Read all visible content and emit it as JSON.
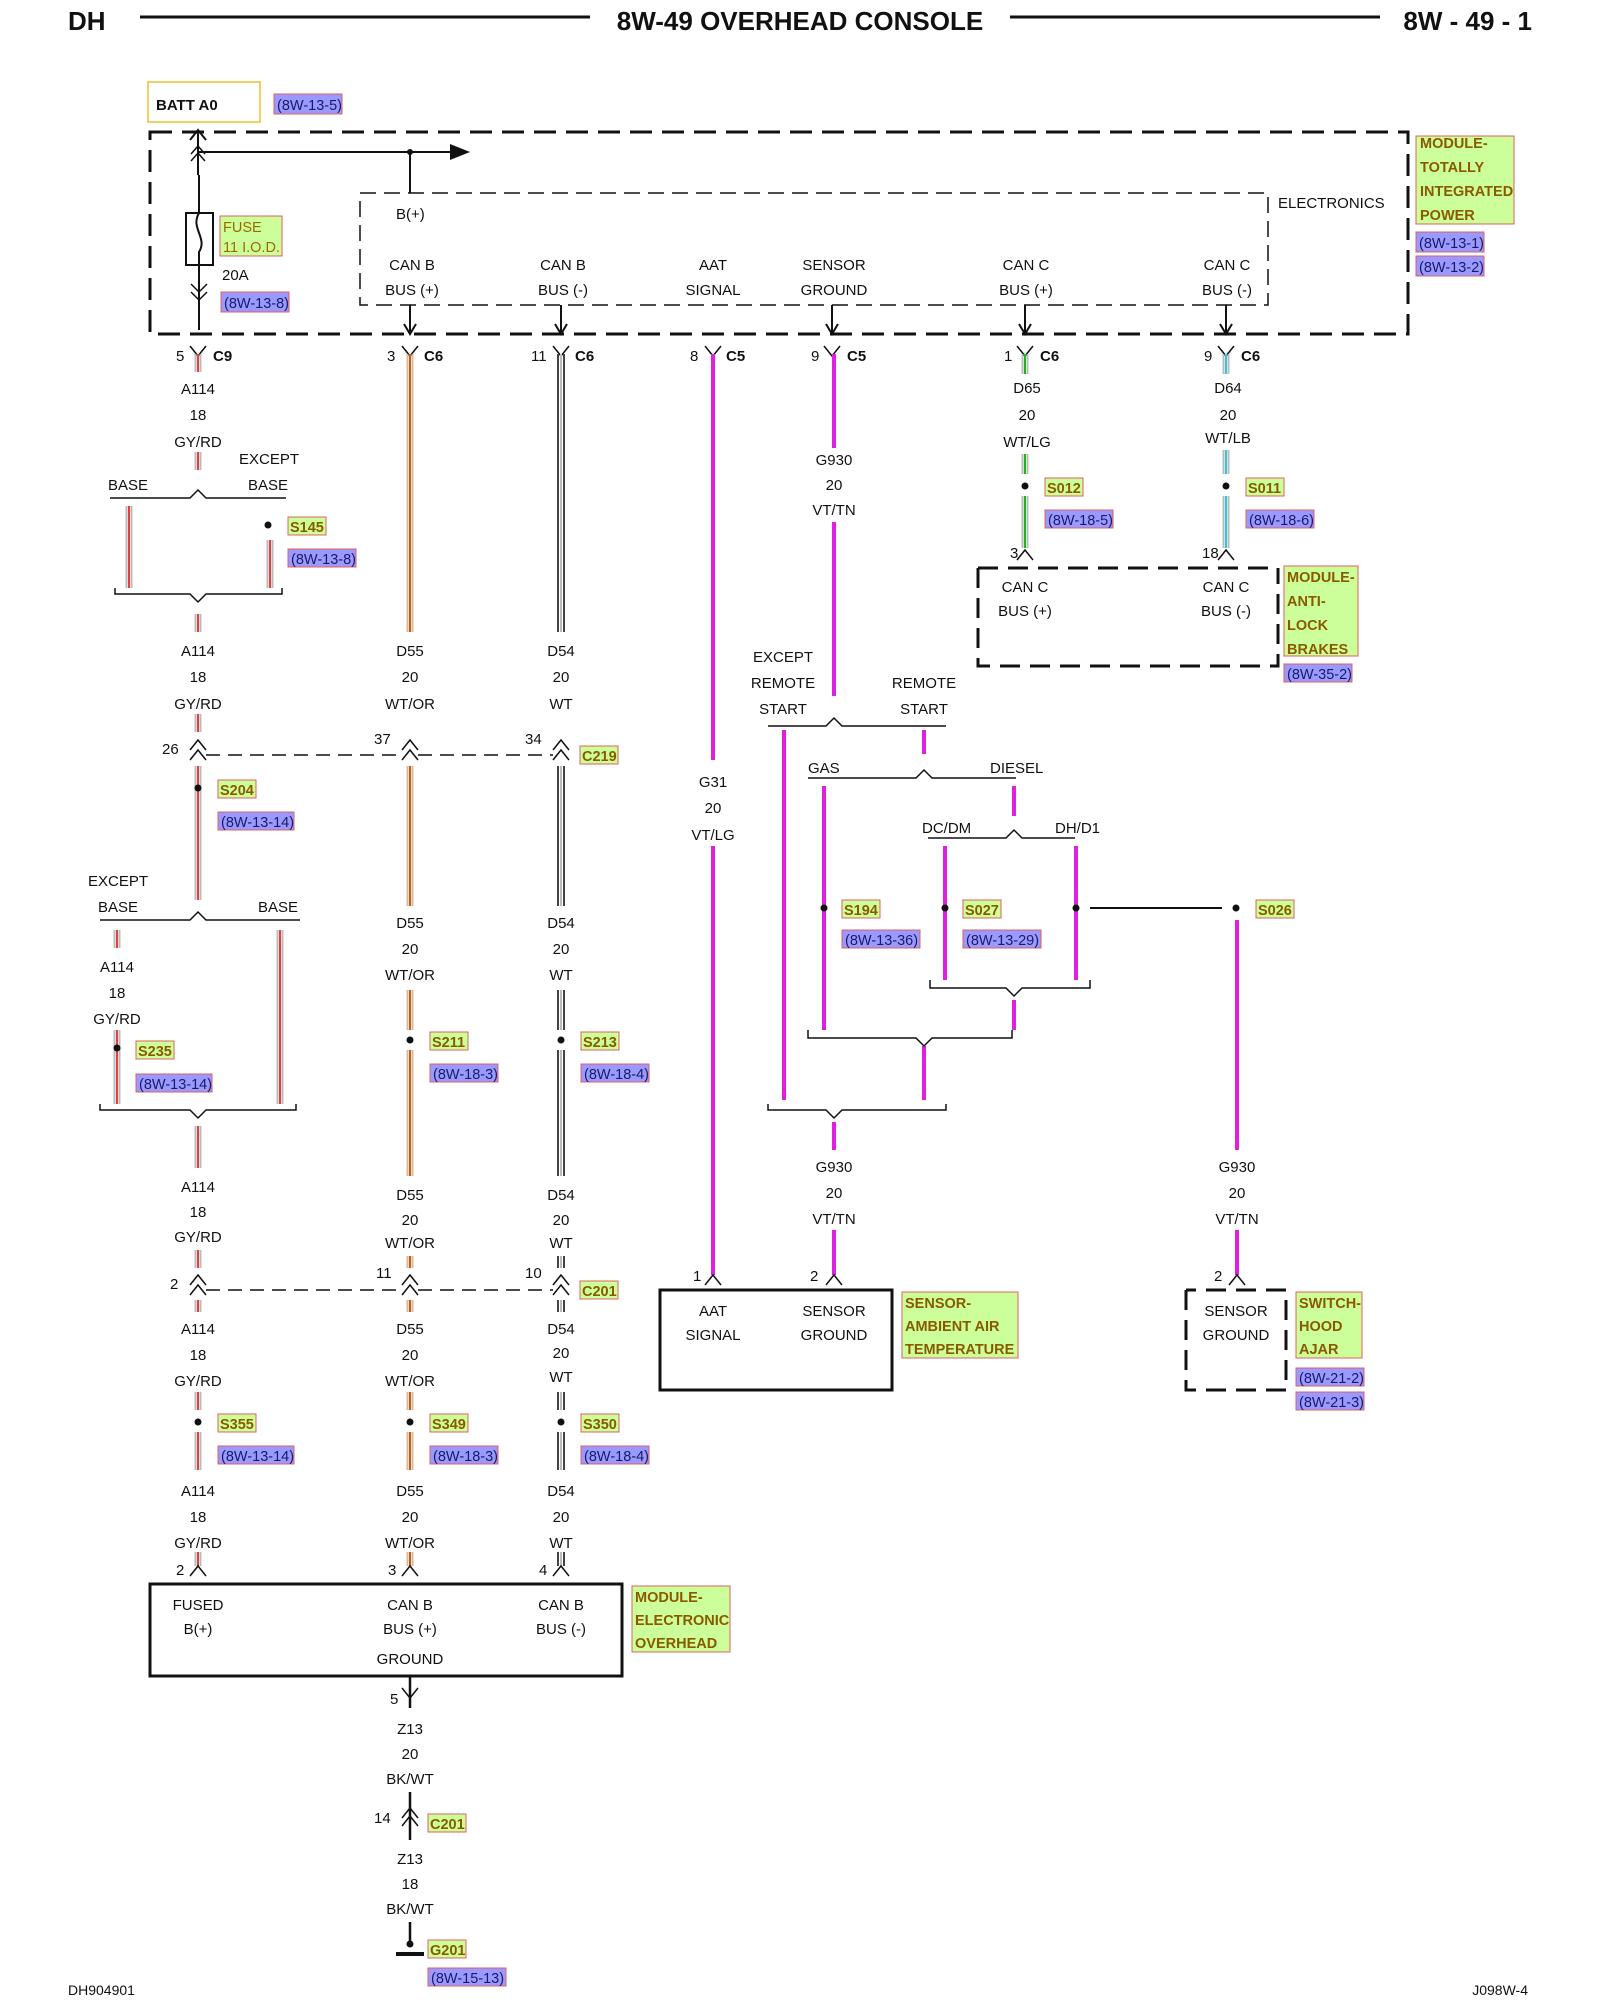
{
  "header": {
    "left": "DH",
    "title": "8W-49 OVERHEAD CONSOLE",
    "right": "8W - 49 - 1"
  },
  "footer": {
    "left": "DH904901",
    "right": "J098W-4"
  },
  "batt": {
    "label": "BATT A0",
    "ref": "(8W-13-5)"
  },
  "tipm": {
    "title_lines": [
      "MODULE-",
      "TOTALLY",
      "INTEGRATED",
      "POWER"
    ],
    "refs": [
      "(8W-13-1)",
      "(8W-13-2)"
    ],
    "electronics": "ELECTRONICS",
    "fuse_lines": [
      "FUSE",
      "11 I.O.D."
    ],
    "fuse_amp": "20A",
    "fuse_ref": "(8W-13-8)",
    "bplus": "B(+)",
    "pins": [
      {
        "l1": "CAN B",
        "l2": "BUS (+)"
      },
      {
        "l1": "CAN B",
        "l2": "BUS (-)"
      },
      {
        "l1": "AAT",
        "l2": "SIGNAL"
      },
      {
        "l1": "SENSOR",
        "l2": "GROUND"
      },
      {
        "l1": "CAN C",
        "l2": "BUS (+)"
      },
      {
        "l1": "CAN C",
        "l2": "BUS (-)"
      }
    ]
  },
  "top_connectors": [
    {
      "pin": "5",
      "name": "C9"
    },
    {
      "pin": "3",
      "name": "C6"
    },
    {
      "pin": "11",
      "name": "C6"
    },
    {
      "pin": "8",
      "name": "C5"
    },
    {
      "pin": "9",
      "name": "C5"
    },
    {
      "pin": "1",
      "name": "C6"
    },
    {
      "pin": "9",
      "name": "C6"
    }
  ],
  "wires": {
    "a114": {
      "circuit": "A114",
      "gauge": "18",
      "color": "GY/RD"
    },
    "d55": {
      "circuit": "D55",
      "gauge": "20",
      "color": "WT/OR"
    },
    "d54": {
      "circuit": "D54",
      "gauge": "20",
      "color": "WT"
    },
    "g31": {
      "circuit": "G31",
      "gauge": "20",
      "color": "VT/LG"
    },
    "g930": {
      "circuit": "G930",
      "gauge": "20",
      "color": "VT/TN"
    },
    "d65": {
      "circuit": "D65",
      "gauge": "20",
      "color": "WT/LG"
    },
    "d64": {
      "circuit": "D64",
      "gauge": "20",
      "color": "WT/LB"
    },
    "z13a": {
      "circuit": "Z13",
      "gauge": "20",
      "color": "BK/WT"
    },
    "z13b": {
      "circuit": "Z13",
      "gauge": "18",
      "color": "BK/WT"
    }
  },
  "options": {
    "except": "EXCEPT",
    "base": "BASE",
    "except_remote_lines": [
      "EXCEPT",
      "REMOTE",
      "START"
    ],
    "remote_lines": [
      "REMOTE",
      "START"
    ],
    "gas": "GAS",
    "diesel": "DIESEL",
    "dcdm": "DC/DM",
    "dhd1": "DH/D1"
  },
  "splices": [
    {
      "id": "S145",
      "ref": "(8W-13-8)"
    },
    {
      "id": "S012",
      "ref": "(8W-18-5)"
    },
    {
      "id": "S011",
      "ref": "(8W-18-6)"
    },
    {
      "id": "S204",
      "ref": "(8W-13-14)"
    },
    {
      "id": "S235",
      "ref": "(8W-13-14)"
    },
    {
      "id": "S211",
      "ref": "(8W-18-3)"
    },
    {
      "id": "S213",
      "ref": "(8W-18-4)"
    },
    {
      "id": "S194",
      "ref": "(8W-13-36)"
    },
    {
      "id": "S027",
      "ref": "(8W-13-29)"
    },
    {
      "id": "S026",
      "ref": ""
    },
    {
      "id": "S355",
      "ref": "(8W-13-14)"
    },
    {
      "id": "S349",
      "ref": "(8W-18-3)"
    },
    {
      "id": "S350",
      "ref": "(8W-18-4)"
    }
  ],
  "inline_connectors": {
    "c219": {
      "name": "C219",
      "pins": [
        "26",
        "37",
        "34"
      ]
    },
    "c201": {
      "name": "C201",
      "pins": [
        "2",
        "11",
        "10"
      ]
    },
    "c201b": {
      "name": "C201",
      "pin": "14"
    },
    "g201": {
      "name": "G201",
      "ref": "(8W-15-13)"
    }
  },
  "abs": {
    "title_lines": [
      "MODULE-",
      "ANTI-",
      "LOCK",
      "BRAKES"
    ],
    "ref": "(8W-35-2)",
    "pins": [
      {
        "pin": "3",
        "l1": "CAN C",
        "l2": "BUS (+)"
      },
      {
        "pin": "18",
        "l1": "CAN C",
        "l2": "BUS (-)"
      }
    ]
  },
  "ambient": {
    "title_lines": [
      "SENSOR-",
      "AMBIENT AIR",
      "TEMPERATURE"
    ],
    "pins": [
      {
        "pin": "1",
        "l1": "AAT",
        "l2": "SIGNAL"
      },
      {
        "pin": "2",
        "l1": "SENSOR",
        "l2": "GROUND"
      }
    ]
  },
  "hood": {
    "title_lines": [
      "SWITCH-",
      "HOOD",
      "AJAR"
    ],
    "refs": [
      "(8W-21-2)",
      "(8W-21-3)"
    ],
    "pin": "2",
    "l1": "SENSOR",
    "l2": "GROUND"
  },
  "evo": {
    "title_lines": [
      "MODULE-",
      "ELECTRONIC",
      "OVERHEAD"
    ],
    "pins": [
      {
        "pin": "2",
        "l1": "FUSED",
        "l2": "B(+)"
      },
      {
        "pin": "3",
        "l1": "CAN B",
        "l2": "BUS (+)"
      },
      {
        "pin": "4",
        "l1": "CAN B",
        "l2": "BUS (-)"
      }
    ],
    "ground": "GROUND",
    "ground_pin": "5"
  },
  "colors": {
    "magenta": "#e020e0",
    "gyrd_stripe": "#e04040",
    "wtor_stripe": "#c06010",
    "wtlg_stripe": "#20b020",
    "wtlb_stripe": "#30c8d8"
  }
}
